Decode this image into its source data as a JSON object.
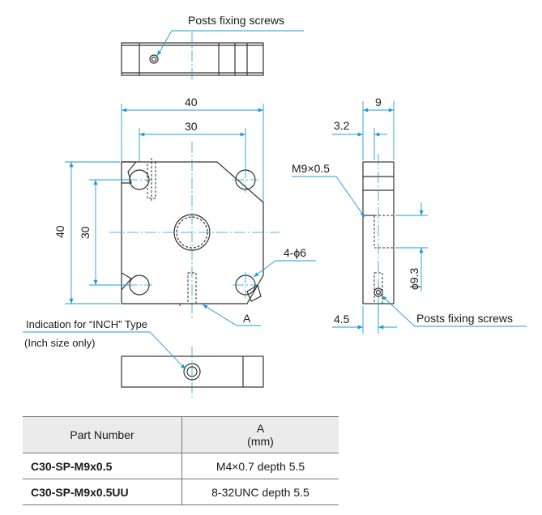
{
  "labels": {
    "posts_fixing_screws_top": "Posts fixing screws",
    "dim_40_top": "40",
    "dim_30_top": "30",
    "dim_40_left": "40",
    "dim_30_left": "30",
    "dim_9": "9",
    "dim_3_2": "3.2",
    "thread": "M9×0.5",
    "holes": "4-ϕ6",
    "detail_a": "A",
    "dia_9_3": "ϕ9.3",
    "dim_4_5": "4.5",
    "posts_fixing_screws_side": "Posts fixing screws",
    "inch_indication": "Indication for “INCH” Type",
    "inch_size_only": "(Inch size only)"
  },
  "table": {
    "headers": {
      "part_number": "Part Number",
      "a": "A",
      "a_unit": "(mm)"
    },
    "rows": [
      {
        "part_number": "C30-SP-M9x0.5",
        "a": "M4×0.7 depth 5.5"
      },
      {
        "part_number": "C30-SP-M9x0.5UU",
        "a": "8-32UNC depth 5.5"
      }
    ]
  },
  "colors": {
    "dimension_lines": "#1e9bd7",
    "part_outline": "#333333",
    "table_header_bg": "#ebebeb"
  }
}
